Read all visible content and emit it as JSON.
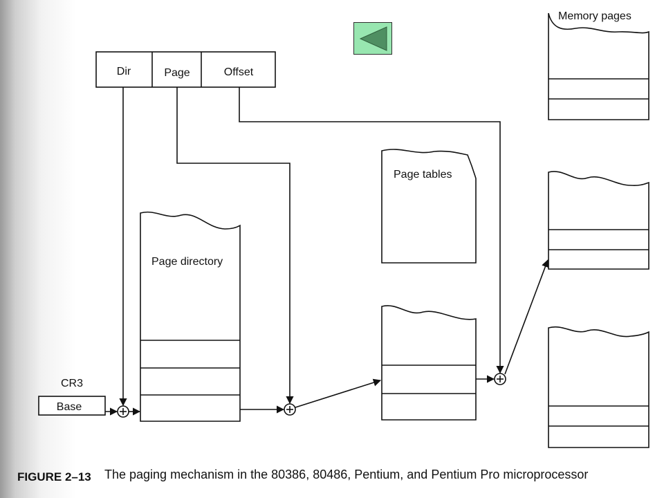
{
  "nav": {
    "back_button": {
      "icon": "triangle-left-icon",
      "color": "#98e6b0"
    }
  },
  "diagram": {
    "address_fields": [
      "Dir",
      "Page",
      "Offset"
    ],
    "cr3_label": "CR3",
    "base_label": "Base",
    "page_directory_label": "Page directory",
    "page_tables_label": "Page tables",
    "memory_pages_label": "Memory pages"
  },
  "caption": {
    "figure_number": "FIGURE 2–13",
    "text": "The paging mechanism in the 80386, 80486, Pentium, and Pentium Pro microprocessor"
  }
}
